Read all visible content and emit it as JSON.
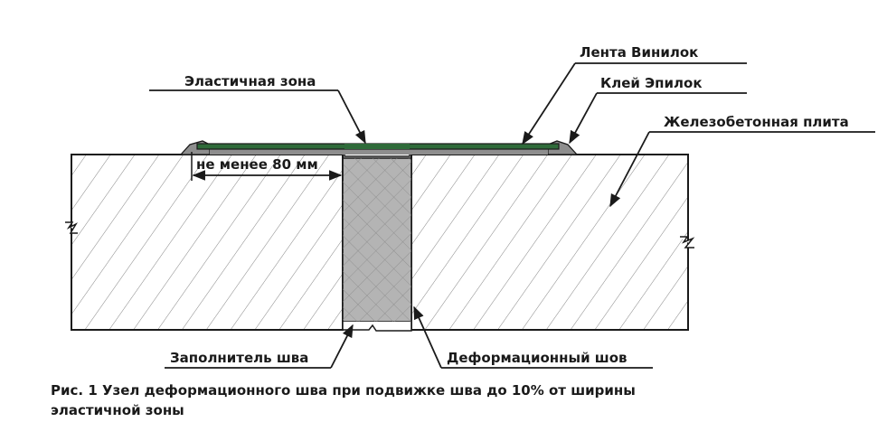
{
  "labels": {
    "tape": "Лента Винилок",
    "elastic_zone": "Эластичная зона",
    "glue": "Клей Эпилок",
    "slab": "Железобетонная плита",
    "min_width": "не менее 80 мм",
    "filler": "Заполнитель шва",
    "joint": "Деформационный шов"
  },
  "caption": {
    "line1": "Рис. 1 Узел деформационного шва при подвижке шва до 10% от ширины",
    "line2": "эластичной зоны"
  },
  "colors": {
    "tape": "#2f6b3a",
    "glue": "#8e8e8e",
    "filler": "#b4b4b4",
    "hatch": "#777777",
    "line": "#1a1a1a"
  }
}
